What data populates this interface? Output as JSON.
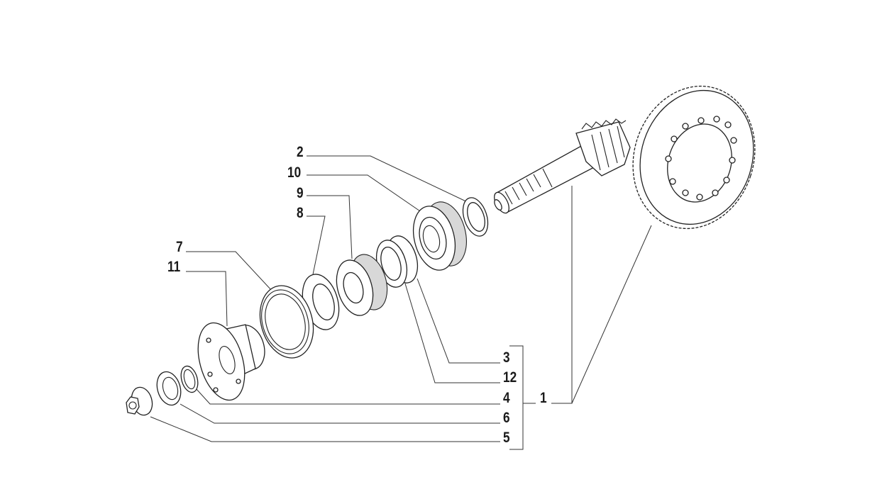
{
  "diagram": {
    "callouts": [
      {
        "id": "c2",
        "label": "2"
      },
      {
        "id": "c10",
        "label": "10"
      },
      {
        "id": "c9",
        "label": "9"
      },
      {
        "id": "c8",
        "label": "8"
      },
      {
        "id": "c7",
        "label": "7"
      },
      {
        "id": "c11",
        "label": "11"
      },
      {
        "id": "c3",
        "label": "3"
      },
      {
        "id": "c12",
        "label": "12"
      },
      {
        "id": "c4",
        "label": "4"
      },
      {
        "id": "c6",
        "label": "6"
      },
      {
        "id": "c5",
        "label": "5"
      },
      {
        "id": "c1",
        "label": "1"
      }
    ]
  }
}
